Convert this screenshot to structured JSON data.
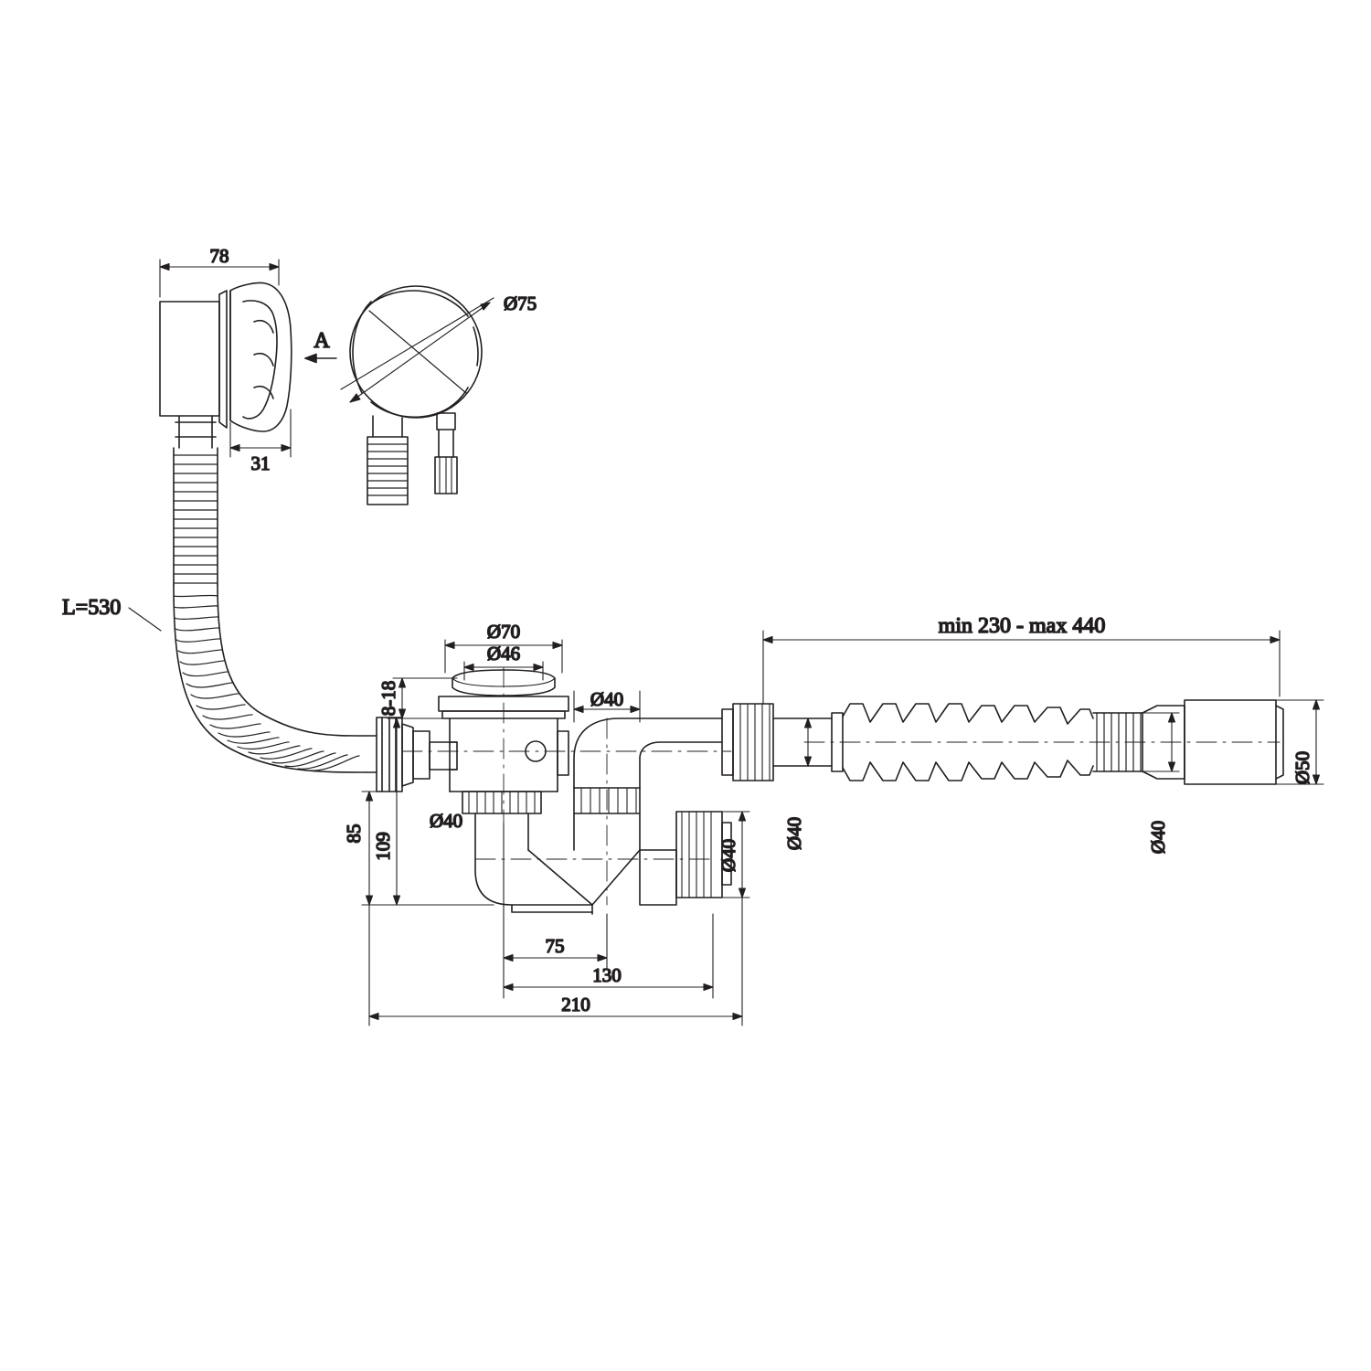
{
  "drawing": {
    "title": "Bath overflow and trap technical drawing",
    "type": "technical-dimension-drawing",
    "units": "mm"
  },
  "dimensions": {
    "width_78": "78",
    "depth_31": "31",
    "diameter_75": "Ø75",
    "section_mark": "A",
    "hose_length": "L=530",
    "diameter_70": "Ø70",
    "diameter_46": "Ø46",
    "thickness_range": "8-18",
    "height_85": "85",
    "height_109": "109",
    "diameter_40_a": "Ø40",
    "diameter_40_b": "Ø40",
    "diameter_40_c": "Ø40",
    "diameter_40_d": "Ø40",
    "diameter_40_e": "Ø40",
    "diameter_50": "Ø50",
    "length_75": "75",
    "length_130": "130",
    "length_210": "210",
    "extension_range": "min 230 - max 440"
  },
  "colors": {
    "line": "#231f20",
    "background": "#ffffff"
  }
}
